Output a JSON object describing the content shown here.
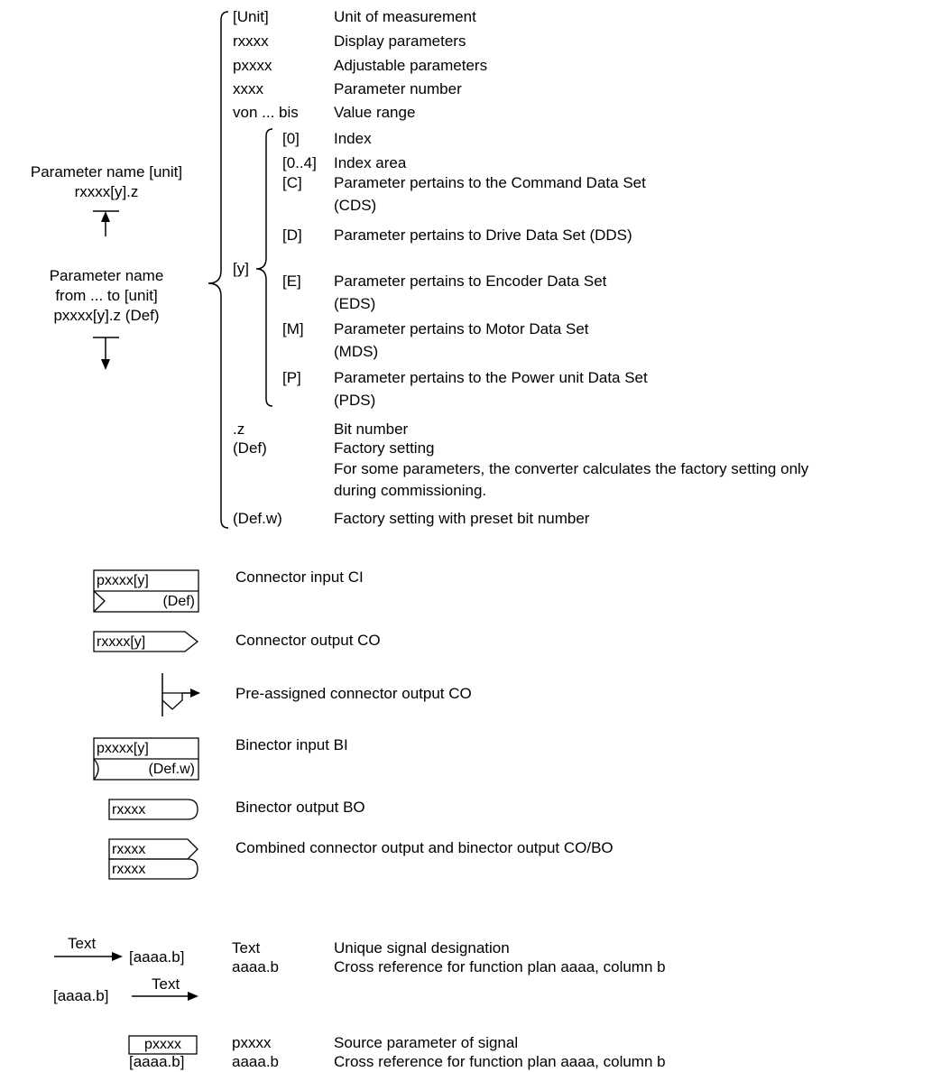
{
  "left_labels": {
    "rname": "Parameter name [unit]",
    "rpar": "rxxxx[y].z",
    "pname1": "Parameter name",
    "pname2": "from ... to [unit]",
    "ppar": "pxxxx[y].z (Def)"
  },
  "outer_legend": [
    {
      "key": "[Unit]",
      "desc": "Unit of measurement"
    },
    {
      "key": "rxxxx",
      "desc": "Display parameters"
    },
    {
      "key": "pxxxx",
      "desc": "Adjustable parameters"
    },
    {
      "key": "xxxx",
      "desc": "Parameter number"
    },
    {
      "key": "von ... bis",
      "desc": "Value range"
    }
  ],
  "y_label": "[y]",
  "index_legend": [
    {
      "key": "[0]",
      "desc": "Index"
    },
    {
      "key": "[0..4]",
      "desc": "Index area"
    },
    {
      "key": "[C]",
      "desc": "Parameter pertains to the Command Data Set",
      "desc2": "(CDS)"
    },
    {
      "key": "[D]",
      "desc": "Parameter pertains to Drive Data Set (DDS)"
    },
    {
      "key": "[E]",
      "desc": "Parameter pertains to Encoder Data Set",
      "desc2": "(EDS)"
    },
    {
      "key": "[M]",
      "desc": "Parameter pertains to Motor Data Set",
      "desc2": "(MDS)"
    },
    {
      "key": "[P]",
      "desc": "Parameter pertains to the Power unit Data Set",
      "desc2": "(PDS)"
    }
  ],
  "tail_legend": [
    {
      "key": ".z",
      "desc": "Bit number"
    },
    {
      "key": "(Def)",
      "desc": "Factory setting",
      "desc2": "For some parameters, the converter calculates the factory setting only",
      "desc3": "during commissioning."
    },
    {
      "key": "(Def.w)",
      "desc": "Factory setting with preset bit number"
    }
  ],
  "symbols": {
    "ci": {
      "top": "pxxxx[y]",
      "bottom": "(Def)",
      "label": "Connector input CI"
    },
    "co": {
      "text": "rxxxx[y]",
      "label": "Connector output CO"
    },
    "preco": {
      "label": "Pre-assigned connector output CO"
    },
    "bi": {
      "top": "pxxxx[y]",
      "bottom": "(Def.w)",
      "label": "Binector input BI"
    },
    "bo": {
      "text": "rxxxx",
      "label": "Binector output BO"
    },
    "cobo": {
      "top": "rxxxx",
      "bottom": "rxxxx",
      "label": "Combined connector output and binector output CO/BO"
    }
  },
  "signals": {
    "text1": "Text",
    "ref1": "[aaaa.b]",
    "ref2": "[aaaa.b]",
    "text2": "Text",
    "legend": [
      {
        "key": "Text",
        "desc": "Unique signal designation"
      },
      {
        "key": "aaaa.b",
        "desc": "Cross reference for function plan aaaa, column b"
      }
    ]
  },
  "source": {
    "box": "pxxxx",
    "ref": "[aaaa.b]",
    "legend": [
      {
        "key": "pxxxx",
        "desc": "Source parameter of signal"
      },
      {
        "key": "aaaa.b",
        "desc": "Cross reference for function plan aaaa, column b"
      }
    ]
  }
}
